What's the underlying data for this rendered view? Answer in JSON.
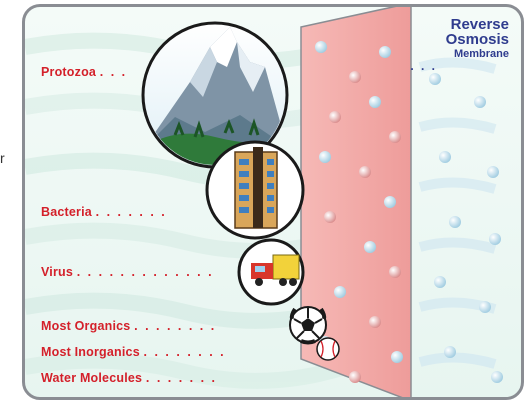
{
  "stray_char": "r",
  "membrane": {
    "line1": "Reverse",
    "line2": "Osmosis",
    "line3": "Membrane",
    "dots": ". . ."
  },
  "labels": [
    {
      "text": "Protozoa",
      "dots": ". . ."
    },
    {
      "text": "Bacteria",
      "dots": ". . . . . . ."
    },
    {
      "text": "Virus",
      "dots": ". . . . . . . . . . . . ."
    },
    {
      "text": "Most Organics",
      "dots": ". . . . . . . ."
    },
    {
      "text": "Most Inorganics",
      "dots": ". . . . . . . ."
    },
    {
      "text": "Water Molecules",
      "dots": ". . . . . . ."
    }
  ],
  "icons": [
    "mountain-icon",
    "building-icon",
    "truck-icon",
    "soccer-ball-icon",
    "baseball-icon"
  ],
  "colors": {
    "label_red": "#d4202a",
    "title_blue": "#2f3c8e",
    "membrane_pink": "#f2a6a6",
    "frame_gray": "#8a8d93"
  }
}
